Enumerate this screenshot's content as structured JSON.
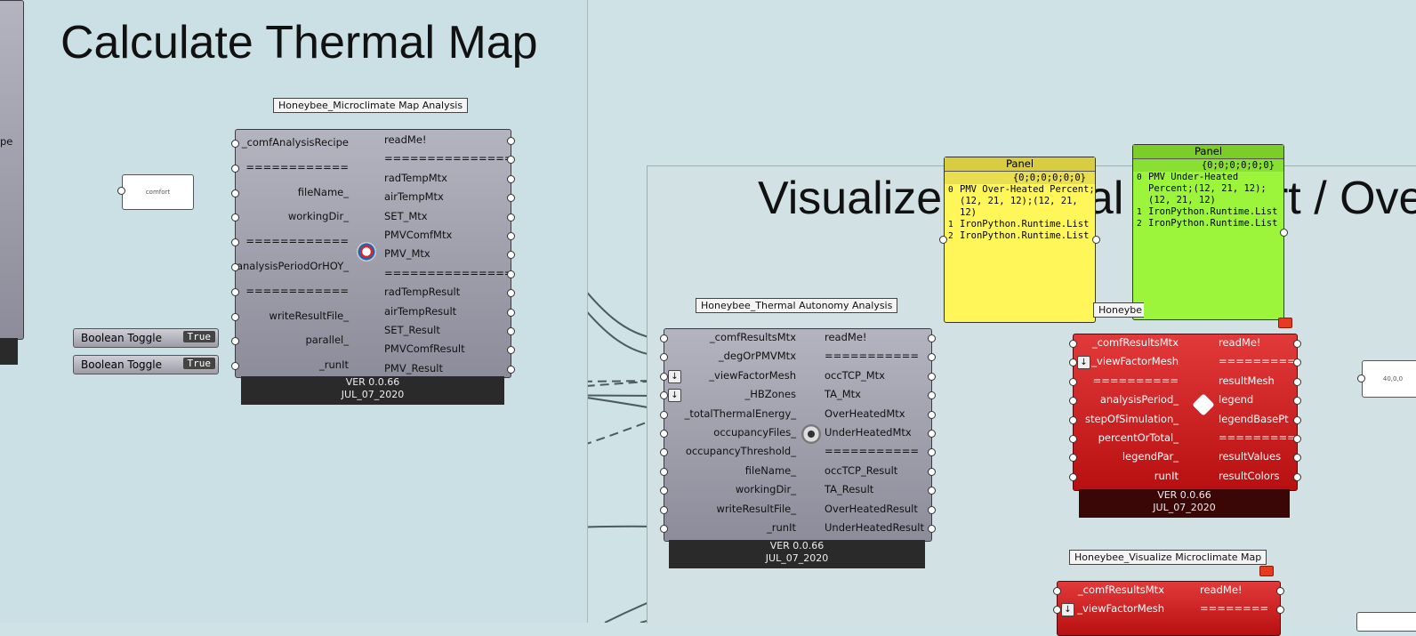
{
  "titles": {
    "calculate": "Calculate Thermal Map",
    "visualize": "Visualize Thermal Comfort / Over"
  },
  "microclimate": {
    "tag": "Honeybee_Microclimate Map Analysis",
    "inputs": [
      "_comfAnalysisRecipe",
      "============",
      "fileName_",
      "workingDir_",
      "============",
      "analysisPeriodOrHOY_",
      "============",
      "writeResultFile_",
      "parallel_",
      "_runIt"
    ],
    "outputs": [
      "readMe!",
      "===============",
      "radTempMtx",
      "airTempMtx",
      "SET_Mtx",
      "PMVComfMtx",
      "PMV_Mtx",
      "===============",
      "radTempResult",
      "airTempResult",
      "SET_Result",
      "PMVComfResult",
      "PMV_Result"
    ],
    "version": "VER 0.0.66",
    "date": "JUL_07_2020"
  },
  "left_stub_label": "pe",
  "comfort_box": "comfort",
  "toggles": [
    {
      "label": "Boolean Toggle",
      "value": "True"
    },
    {
      "label": "Boolean Toggle",
      "value": "True"
    }
  ],
  "thermal_autonomy": {
    "tag": "Honeybee_Thermal Autonomy Analysis",
    "inputs": [
      "_comfResultsMtx",
      "_degOrPMVMtx",
      "_viewFactorMesh",
      "_HBZones",
      "_totalThermalEnergy_",
      "occupancyFiles_",
      "occupancyThreshold_",
      "fileName_",
      "workingDir_",
      "writeResultFile_",
      "_runIt"
    ],
    "outputs": [
      "readMe!",
      "===========",
      "occTCP_Mtx",
      "TA_Mtx",
      "OverHeatedMtx",
      "UnderHeatedMtx",
      "===========",
      "occTCP_Result",
      "TA_Result",
      "OverHeatedResult",
      "UnderHeatedResult"
    ],
    "version": "VER 0.0.66",
    "date": "JUL_07_2020"
  },
  "panel_yellow": {
    "header": "Panel",
    "path": "{0;0;0;0;0;0}",
    "rows": [
      {
        "i": "0",
        "t": "PMV Over-Heated Percent;(12, 21, 12);(12, 21, 12)"
      },
      {
        "i": "1",
        "t": "IronPython.Runtime.List"
      },
      {
        "i": "2",
        "t": "IronPython.Runtime.List"
      }
    ]
  },
  "panel_green": {
    "header": "Panel",
    "path": "{0;0;0;0;0;0}",
    "rows": [
      {
        "i": "0",
        "t": "PMV Under-Heated Percent;(12, 21, 12);(12, 21, 12)"
      },
      {
        "i": "1",
        "t": "IronPython.Runtime.List"
      },
      {
        "i": "2",
        "t": "IronPython.Runtime.List"
      }
    ]
  },
  "color_mesh": {
    "tag_partial": "Honeybe",
    "inputs": [
      "_comfResultsMtx",
      "_viewFactorMesh",
      "==========",
      "analysisPeriod_",
      "stepOfSimulation_",
      "percentOrTotal_",
      "legendPar_",
      "runIt"
    ],
    "outputs": [
      "readMe!",
      "=========",
      "resultMesh",
      "legend",
      "legendBasePt",
      "=========",
      "resultValues",
      "resultColors"
    ],
    "version": "VER 0.0.66",
    "date": "JUL_07_2020"
  },
  "right_box": "40,0,0",
  "visualize_map": {
    "tag": "Honeybee_Visualize Microclimate Map",
    "inputs": [
      "_comfResultsMtx",
      "_viewFactorMesh"
    ],
    "outputs": [
      "readMe!",
      "========"
    ]
  },
  "colors": {
    "canvas": "#cfe2e6",
    "yellow_panel": "#fff65a",
    "green_panel": "#9cf53a",
    "red_component": "#cc1e1e",
    "grey_component": "#a0a0ae"
  }
}
